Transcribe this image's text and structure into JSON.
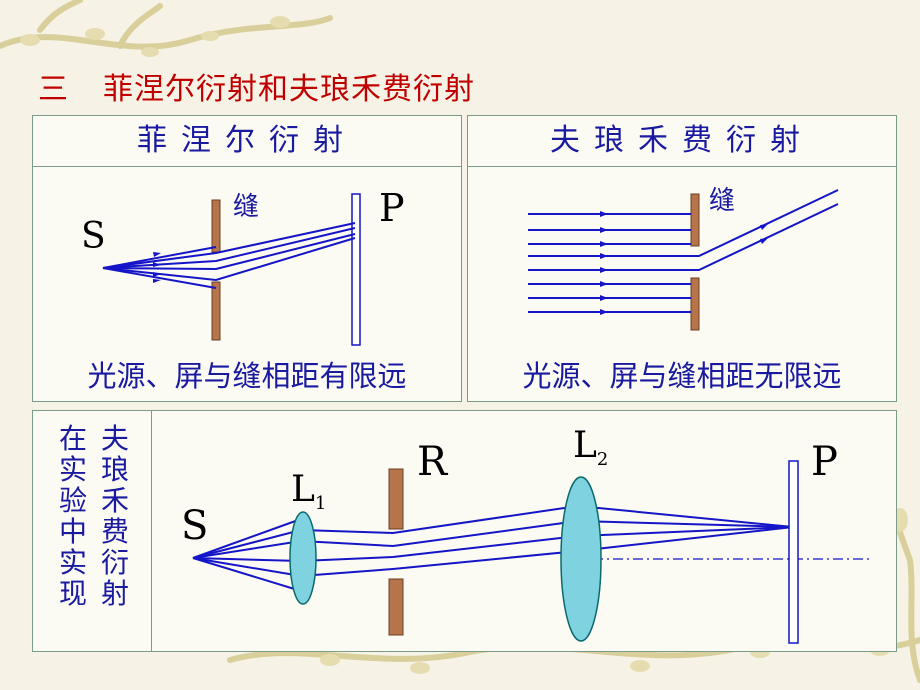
{
  "title": {
    "num": "三",
    "text": "菲涅尔衍射和夫琅禾费衍射"
  },
  "fresnel": {
    "header": "菲涅尔衍射",
    "slit_label": "缝",
    "source_label": "S",
    "screen_label": "P",
    "caption": "光源、屏与缝相距有限远"
  },
  "fraunhofer": {
    "header": "夫琅禾费衍射",
    "slit_label": "缝",
    "caption": "光源、屏与缝相距无限远"
  },
  "experiment": {
    "side_left": [
      "在",
      "实",
      "验",
      "中",
      "实",
      "现"
    ],
    "side_right": [
      "夫",
      "琅",
      "禾",
      "费",
      "衍",
      "射"
    ],
    "source_label": "S",
    "lens1_label": "L",
    "lens1_sub": "1",
    "slit_label": "R",
    "lens2_label": "L",
    "lens2_sub": "2",
    "screen_label": "P"
  },
  "colors": {
    "title": "#c00000",
    "text": "#1a1aa0",
    "ray": "#1515c8",
    "slit": "#b5744a",
    "lens_fill": "#7fd3e0",
    "lens_stroke": "#0a6a6a",
    "screen": "#1515c8"
  }
}
